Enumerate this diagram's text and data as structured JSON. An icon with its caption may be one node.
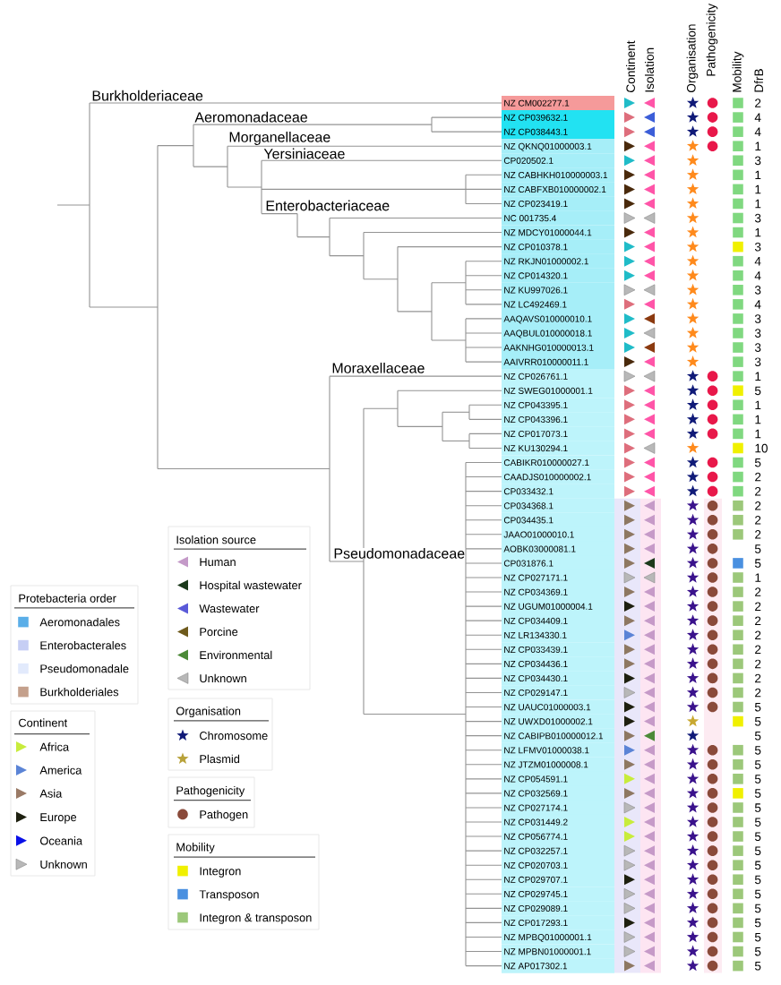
{
  "diagram": {
    "labels": [
      "Burkholderiaceae",
      "Aeromonadaceae",
      "Morganellaceae",
      "Yersiniaceae",
      "Enterobacteriaceae",
      "Moraxellaceae",
      "Pseudomonadaceae",
      "Continent",
      "Isolation",
      "Organisation",
      "Pathogenicity",
      "Mobility",
      "DfrB",
      "NZ CM002277.1",
      "2",
      "NZ CP039632.1",
      "4",
      "NZ CP038443.1",
      "4",
      "NZ QKNQ01000003.1",
      "1",
      "CP020502.1",
      "3",
      "NZ CABHKH010000003.1",
      "1",
      "NZ CABFXB010000002.1",
      "1",
      "NZ CP023419.1",
      "1",
      "NC 001735.4",
      "3",
      "NZ MDCY01000044.1",
      "1",
      "NZ CP010378.1",
      "3",
      "NZ RKJN01000002.1",
      "4",
      "NZ CP014320.1",
      "4",
      "NZ KU997026.1",
      "3",
      "NZ LC492469.1",
      "4",
      "AAQAVS010000010.1",
      "3",
      "AAQBUL010000018.1",
      "3",
      "AAKNHG010000013.1",
      "3",
      "AAIVRR010000011.1",
      "3",
      "NZ CP026761.1",
      "1",
      "NZ SWEG01000001.1",
      "5",
      "NZ CP043395.1",
      "1",
      "NZ CP043396.1",
      "1",
      "NZ CP017073.1",
      "1",
      "NZ KU130294.1",
      "10",
      "CABIKR010000027.1",
      "5",
      "CAADJS010000002.1",
      "2",
      "CP033432.1",
      "2",
      "CP034368.1",
      "2",
      "CP034435.1",
      "2",
      "JAAO01000010.1",
      "2",
      "AOBK03000081.1",
      "5",
      "CP031876.1",
      "5",
      "NZ CP027171.1",
      "1",
      "NZ CP034369.1",
      "2",
      "NZ UGUM01000004.1",
      "2",
      "NZ CP034409.1",
      "2",
      "NZ LR134330.1",
      "2",
      "NZ CP033439.1",
      "2",
      "NZ CP034436.1",
      "2",
      "NZ CP034430.1",
      "2",
      "NZ CP029147.1",
      "2",
      "NZ UAUC01000003.1",
      "5",
      "NZ UWXD01000002.1",
      "5",
      "NZ CABIPB010000012.1",
      "5",
      "NZ LFMV01000038.1",
      "5",
      "NZ JTZM01000008.1",
      "5",
      "NZ CP054591.1",
      "5",
      "NZ CP032569.1",
      "5",
      "NZ CP027174.1",
      "5",
      "NZ CP031449.2",
      "5",
      "NZ CP056774.1",
      "5",
      "NZ CP032257.1",
      "5",
      "NZ CP020703.1",
      "5",
      "NZ CP029707.1",
      "5",
      "NZ CP029745.1",
      "5",
      "NZ CP029089.1",
      "5",
      "NZ CP017293.1",
      "5",
      "NZ MPBQ01000001.1",
      "5",
      "NZ MPBN01000001.1",
      "5",
      "NZ AP017302.1",
      "5",
      "Protebacteria order",
      "Continent",
      "Isolation source",
      "Organisation",
      "Pathogenicity",
      "Mobility"
    ],
    "legend": [
      {
        "text": "Aeromonadales",
        "color": "#5aaee8"
      },
      {
        "text": "Enterobacterales",
        "color": "#c6cef4"
      },
      {
        "text": "Pseudomonadale",
        "color": "#e2eafc"
      },
      {
        "text": "Burkholderiales",
        "color": "#c4a08c"
      },
      {
        "text": "Africa"
      },
      {
        "text": "America"
      },
      {
        "text": "Asia"
      },
      {
        "text": "Europe"
      },
      {
        "text": "Oceania"
      },
      {
        "text": "Unknown"
      },
      {
        "text": "Human"
      },
      {
        "text": "Hospital wastewater"
      },
      {
        "text": "Wastewater"
      },
      {
        "text": "Porcine"
      },
      {
        "text": "Environmental"
      },
      {
        "text": "Unknown"
      },
      {
        "text": "Chromosome"
      },
      {
        "text": "Plasmid"
      },
      {
        "text": "Pathogen"
      },
      {
        "text": "Integron",
        "color": "#f0f000"
      },
      {
        "text": "Transposon",
        "color": "#4a90e0"
      },
      {
        "text": "Integron & transposon",
        "color": "#9cc87a"
      }
    ]
  }
}
